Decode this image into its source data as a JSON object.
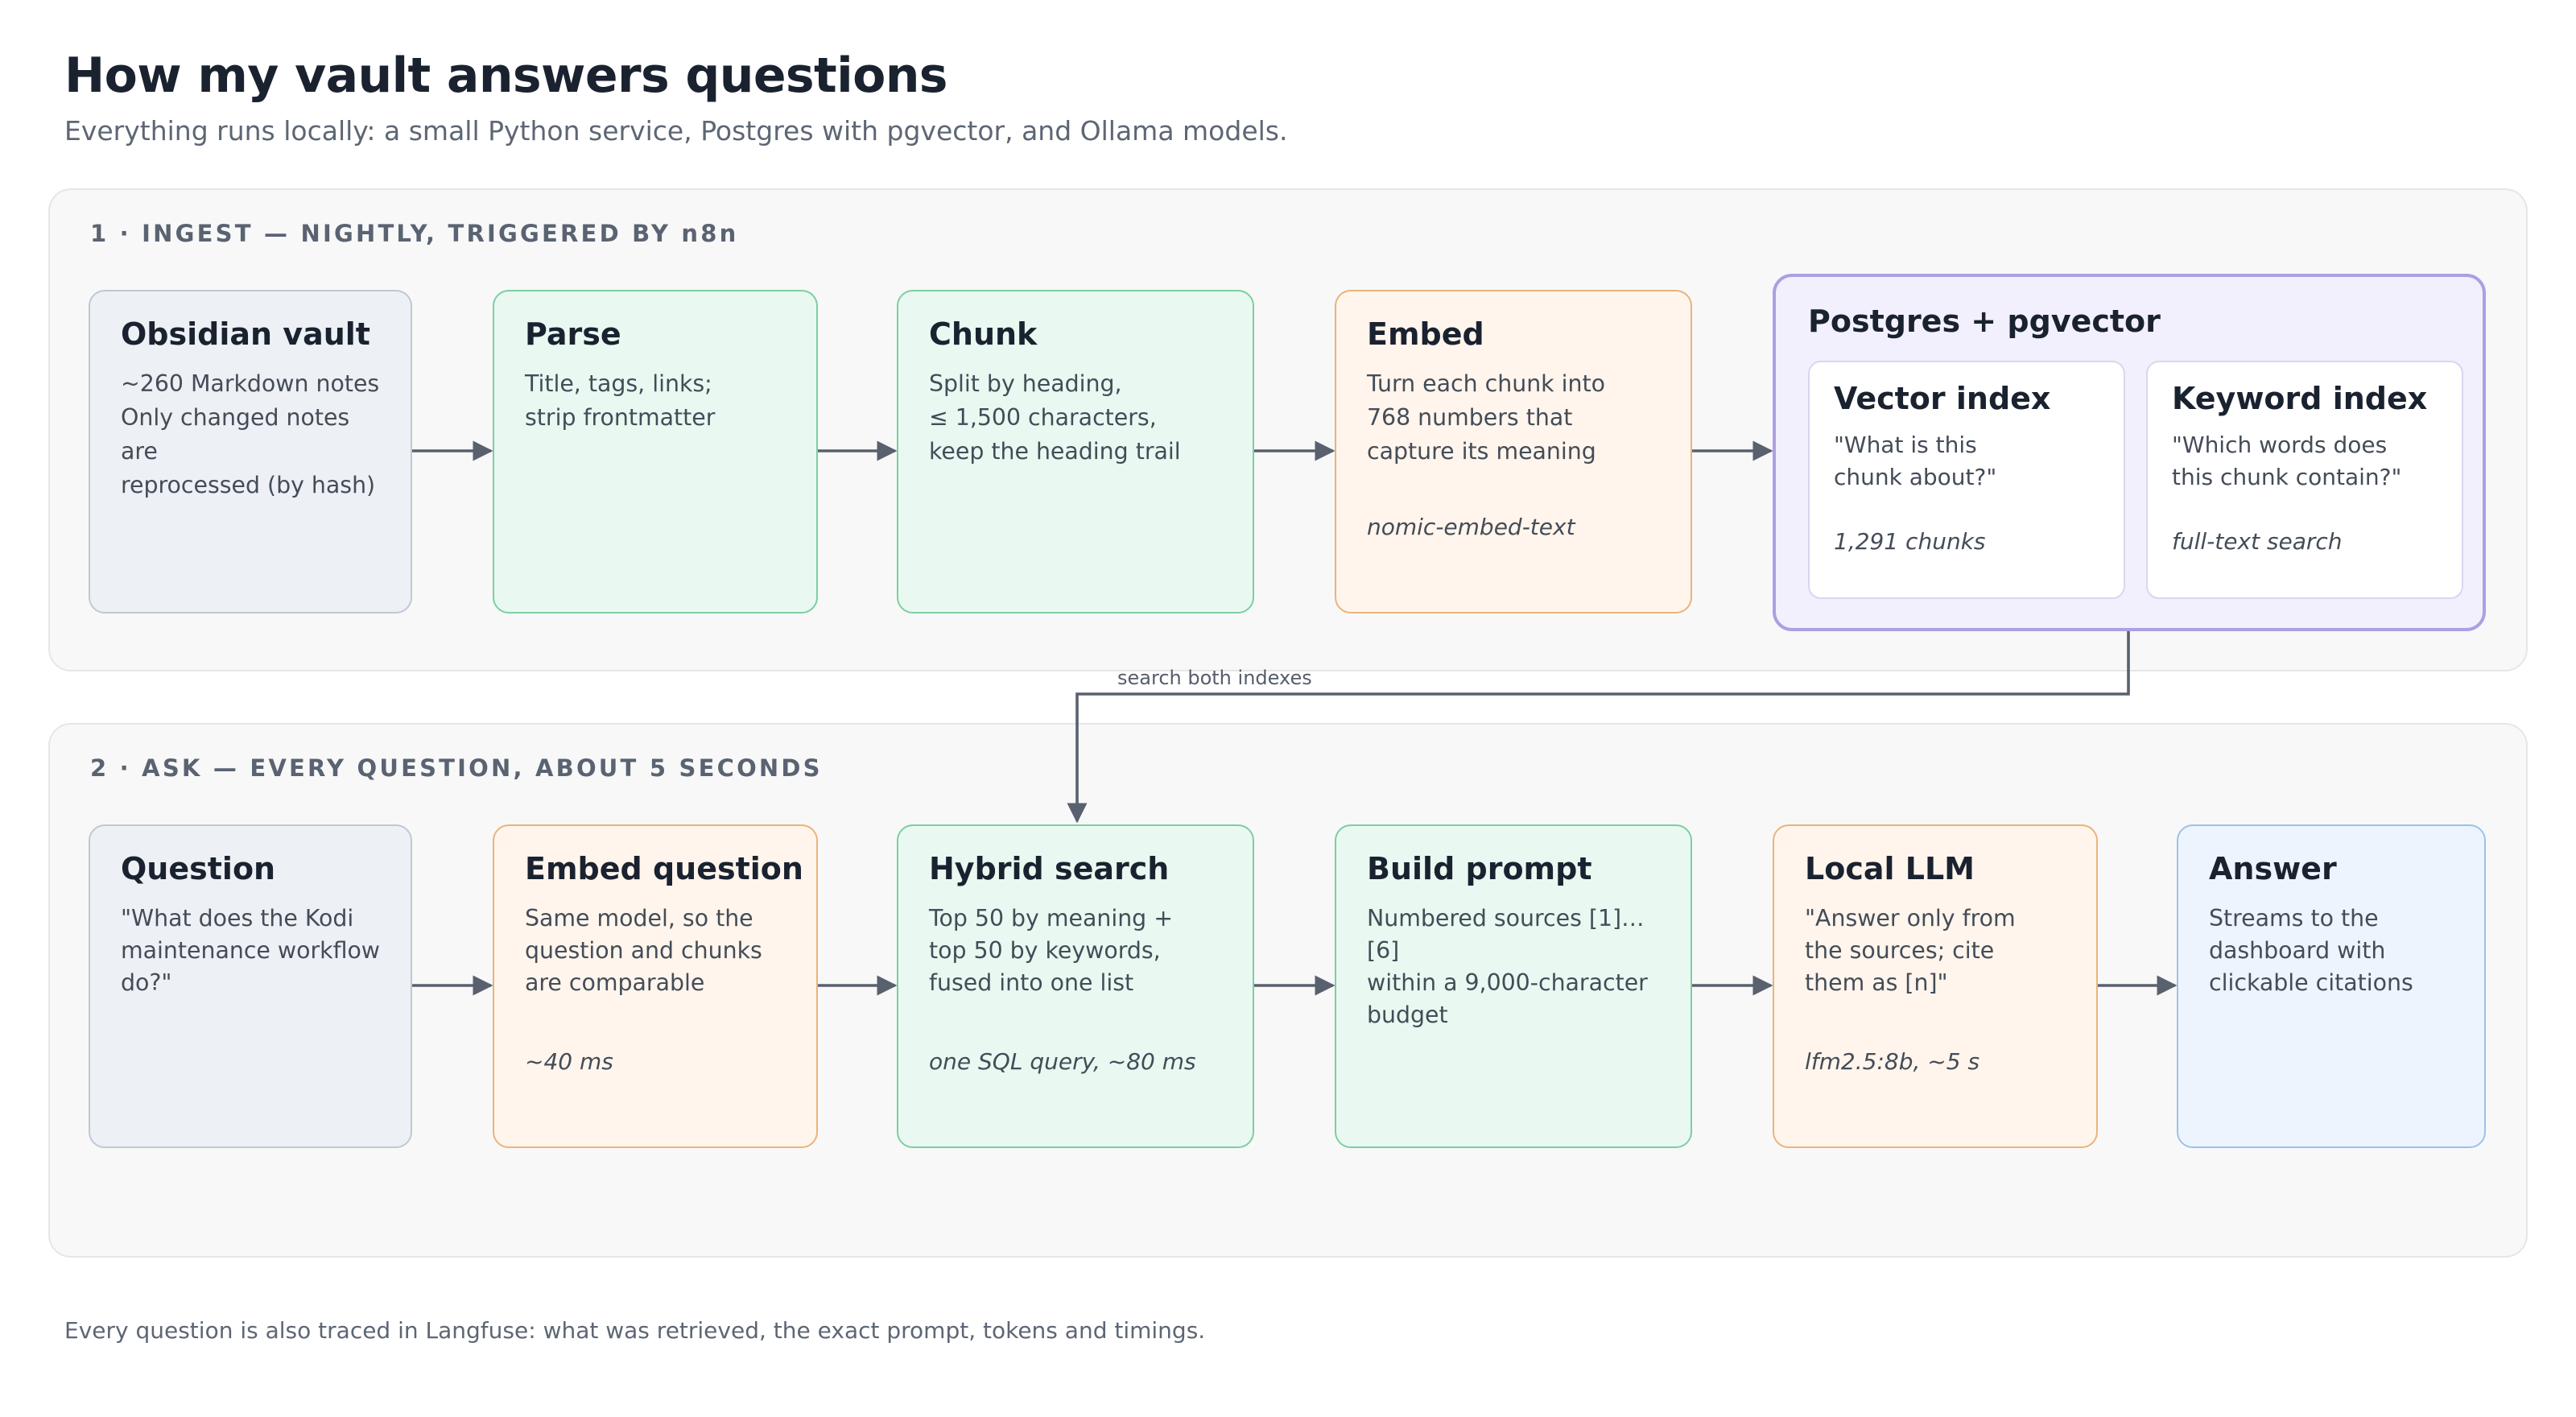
{
  "title": "How my vault answers questions",
  "subtitle": "Everything runs locally: a small Python service, Postgres with pgvector, and Ollama models.",
  "ingest": {
    "label": "1 · INGEST — NIGHTLY, TRIGGERED BY n8n",
    "vault": {
      "title": "Obsidian vault",
      "lines": [
        "~260 Markdown notes",
        "Only changed notes are",
        "reprocessed (by hash)"
      ]
    },
    "parse": {
      "title": "Parse",
      "lines": [
        "Title, tags, links;",
        "strip frontmatter"
      ]
    },
    "chunk": {
      "title": "Chunk",
      "lines": [
        "Split by heading,",
        "≤ 1,500 characters,",
        "keep the heading trail"
      ]
    },
    "embed": {
      "title": "Embed",
      "lines": [
        "Turn each chunk into",
        "768 numbers that",
        "capture its meaning"
      ],
      "note": "nomic-embed-text"
    },
    "store": {
      "title": "Postgres + pgvector",
      "vector": {
        "title": "Vector index",
        "lines": [
          "\"What is this",
          "chunk about?\""
        ],
        "note": "1,291 chunks"
      },
      "keyword": {
        "title": "Keyword index",
        "lines": [
          "\"Which words does",
          "this chunk contain?\""
        ],
        "note": "full-text search"
      }
    }
  },
  "connector_label": "search both indexes",
  "ask": {
    "label": "2 · ASK — EVERY QUESTION, ABOUT 5 SECONDS",
    "question": {
      "title": "Question",
      "lines": [
        "\"What does the Kodi",
        "maintenance workflow",
        "do?\""
      ]
    },
    "embed_question": {
      "title": "Embed question",
      "lines": [
        "Same model, so the",
        "question and chunks",
        "are comparable"
      ],
      "note": "~40 ms"
    },
    "hybrid": {
      "title": "Hybrid search",
      "lines": [
        "Top 50 by meaning +",
        "top 50 by keywords,",
        "fused into one list"
      ],
      "note": "one SQL query, ~80 ms"
    },
    "prompt": {
      "title": "Build prompt",
      "lines": [
        "Numbered sources [1]…[6]",
        "within a 9,000-character",
        "budget"
      ]
    },
    "llm": {
      "title": "Local LLM",
      "lines": [
        "\"Answer only from",
        "the sources; cite",
        "them as [n]\""
      ],
      "note": "lfm2.5:8b, ~5 s"
    },
    "answer": {
      "title": "Answer",
      "lines": [
        "Streams to the",
        "dashboard with",
        "clickable citations"
      ]
    }
  },
  "footer": "Every question is also traced in Langfuse: what was retrieved, the exact prompt, tokens and timings.",
  "colors": {
    "grey": "#edf0f4",
    "green": "#e9f9f1",
    "orange": "#fff5ec",
    "blue": "#edf4fd",
    "purple": "#f2f0fc",
    "arrow": "#59616e"
  }
}
